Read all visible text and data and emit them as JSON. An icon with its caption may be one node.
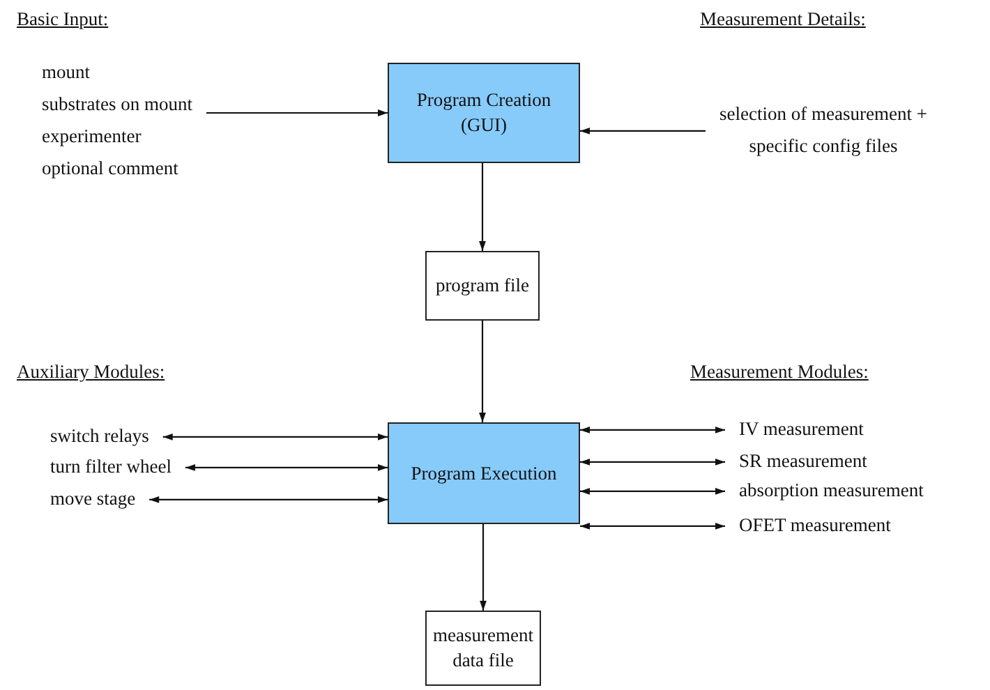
{
  "diagram": {
    "nodes": [
      {
        "text": [
          "mount",
          "substrates on mount",
          "experimenter",
          "optional comment"
        ]
      },
      {
        "text": [
          "Program Creation (GUI)"
        ]
      },
      {
        "text": [
          "selection of measurement +",
          "specific config files"
        ]
      },
      {
        "text": [
          "program file"
        ]
      },
      {
        "text": [
          "switch relays"
        ]
      },
      {
        "text": [
          "turn filter wheel"
        ]
      },
      {
        "text": [
          "move stage"
        ]
      },
      {
        "text": [
          "Program Execution"
        ]
      },
      {
        "text": [
          "IV measurement"
        ]
      },
      {
        "text": [
          "SR measurement"
        ]
      },
      {
        "text": [
          "absorption measurement"
        ]
      },
      {
        "text": [
          "OFET measurement"
        ]
      },
      {
        "text": [
          "measurement data file"
        ]
      }
    ],
    "edges": [
      {
        "from": 0,
        "to": 1,
        "arrow": "to"
      },
      {
        "from": 2,
        "to": 1,
        "arrow": "to"
      },
      {
        "from": 1,
        "to": 3,
        "arrow": "to"
      },
      {
        "from": 3,
        "to": 7,
        "arrow": "to"
      },
      {
        "from": 7,
        "to": 4,
        "arrow": "both"
      },
      {
        "from": 7,
        "to": 5,
        "arrow": "both"
      },
      {
        "from": 7,
        "to": 6,
        "arrow": "both"
      },
      {
        "from": 7,
        "to": 8,
        "arrow": "both"
      },
      {
        "from": 7,
        "to": 9,
        "arrow": "both"
      },
      {
        "from": 7,
        "to": 10,
        "arrow": "both"
      },
      {
        "from": 7,
        "to": 11,
        "arrow": "both"
      },
      {
        "from": 7,
        "to": 12,
        "arrow": "to"
      }
    ],
    "labels": [
      "Basic Input:",
      "Measurement Details:",
      "Auxiliary Modules:",
      "Measurement Modules:"
    ]
  }
}
